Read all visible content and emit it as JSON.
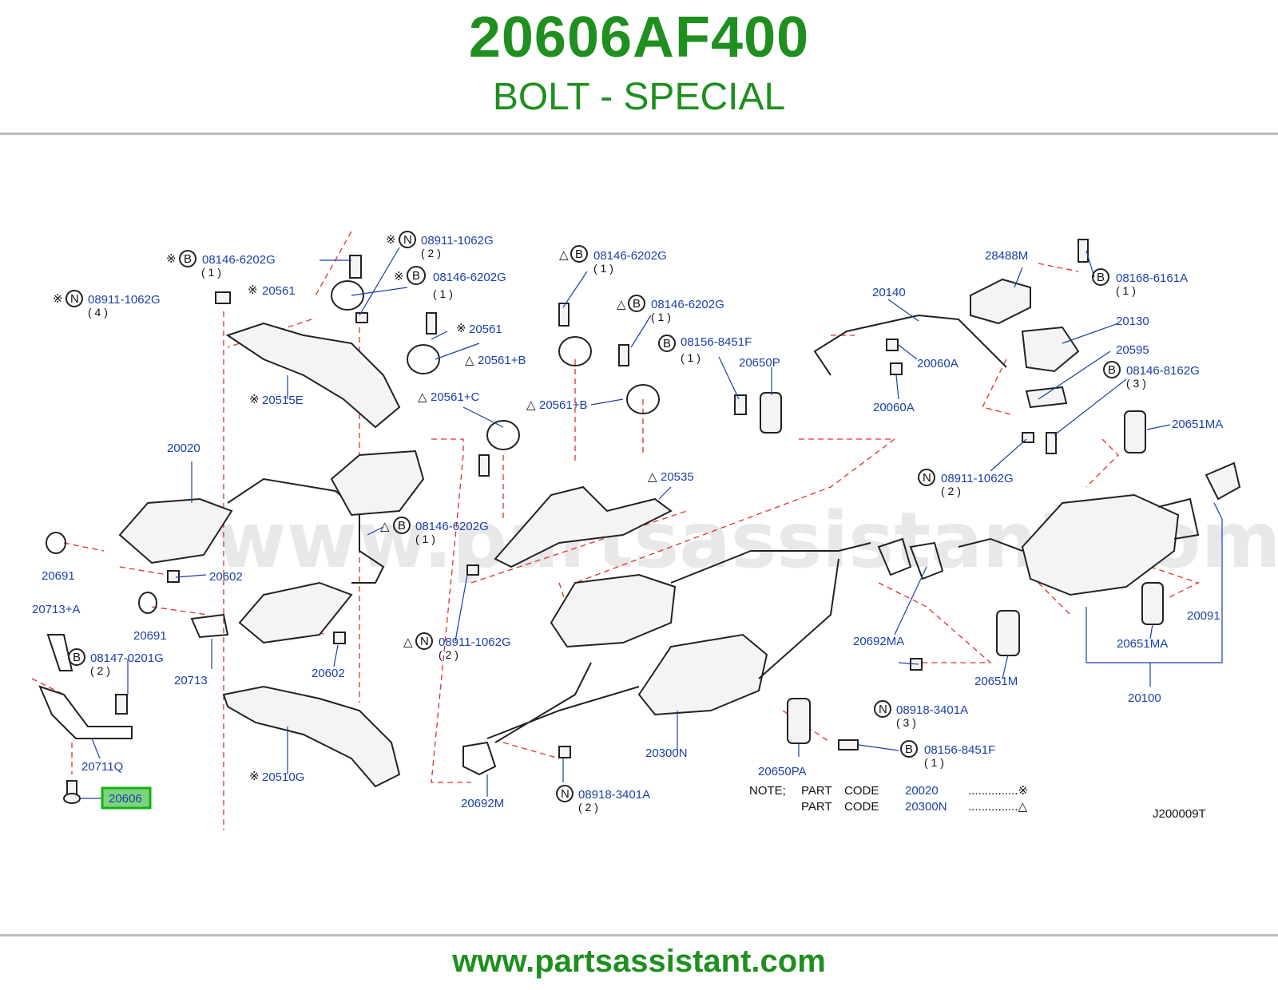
{
  "header": {
    "part_number": "20606AF400",
    "description": "BOLT - SPECIAL"
  },
  "footer": {
    "url": "www.partsassistant.com"
  },
  "diagram": {
    "watermark": "www.partsassistant.com",
    "diagram_code": "J200009T",
    "highlighted_part": "20606",
    "labels": {
      "p08146_6202G_a": "08146-6202G",
      "q1_a": "( 1 )",
      "p08911_1062G_a": "08911-1062G",
      "q2_a": "( 2 )",
      "p08911_1062G_b": "08911-1062G",
      "q4_b": "( 4 )",
      "p20561_a": "20561",
      "p08146_6202G_b": "08146-6202G",
      "q1_b": "( 1 )",
      "p20561_b": "20561",
      "p20561B_a": "20561+B",
      "p20515E": "20515E",
      "p08146_6202G_c": "08146-6202G",
      "q1_c": "( 1 )",
      "p08146_6202G_d": "08146-6202G",
      "q1_d": "( 1 )",
      "p08156_8451F_a": "08156-8451F",
      "q1_e": "( 1 )",
      "p20650P": "20650P",
      "p20561C": "20561+C",
      "p20561B_b": "20561+B",
      "p20535": "20535",
      "p20020": "20020",
      "p08146_6202G_e": "08146-6202G",
      "q1_f": "( 1 )",
      "p20691_a": "20691",
      "p20602_a": "20602",
      "p20713A": "20713+A",
      "p20691_b": "20691",
      "p08147_0201G": "08147-0201G",
      "q2_g": "( 2 )",
      "p20713": "20713",
      "p20602_b": "20602",
      "p08911_1062G_c": "08911-1062G",
      "q2_h": "( 2 )",
      "p20711Q": "20711Q",
      "p20510G": "20510G",
      "p20606": "20606",
      "p20692M": "20692M",
      "p08918_3401A_a": "08918-3401A",
      "q2_i": "( 2 )",
      "p20300N": "20300N",
      "p20650PA": "20650PA",
      "p28488M": "28488M",
      "p08168_6161A": "08168-6161A",
      "q1_j": "( 1 )",
      "p20140": "20140",
      "p20130": "20130",
      "p20060A_a": "20060A",
      "p20060A_b": "20060A",
      "p20595": "20595",
      "p08146_8162G": "08146-8162G",
      "q3_k": "( 3 )",
      "p20651MA_a": "20651MA",
      "p08911_1062G_d": "08911-1062G",
      "q2_l": "( 2 )",
      "p20692MA": "20692MA",
      "p20651M": "20651M",
      "p20091": "20091",
      "p20651MA_b": "20651MA",
      "p20100": "20100",
      "p08918_3401A_b": "08918-3401A",
      "q3_m": "( 3 )",
      "p08156_8451F_b": "08156-8451F",
      "q1_n": "( 1 )"
    },
    "markers": {
      "asterisk": "※",
      "triangle": "△",
      "bolt": "B",
      "nut": "N"
    },
    "note": {
      "title": "NOTE;",
      "rows": [
        {
          "c1": "PART",
          "c2": "CODE",
          "code": "20020",
          "sym": "...............※"
        },
        {
          "c1": "PART",
          "c2": "CODE",
          "code": "20300N",
          "sym": "...............△"
        }
      ]
    }
  }
}
